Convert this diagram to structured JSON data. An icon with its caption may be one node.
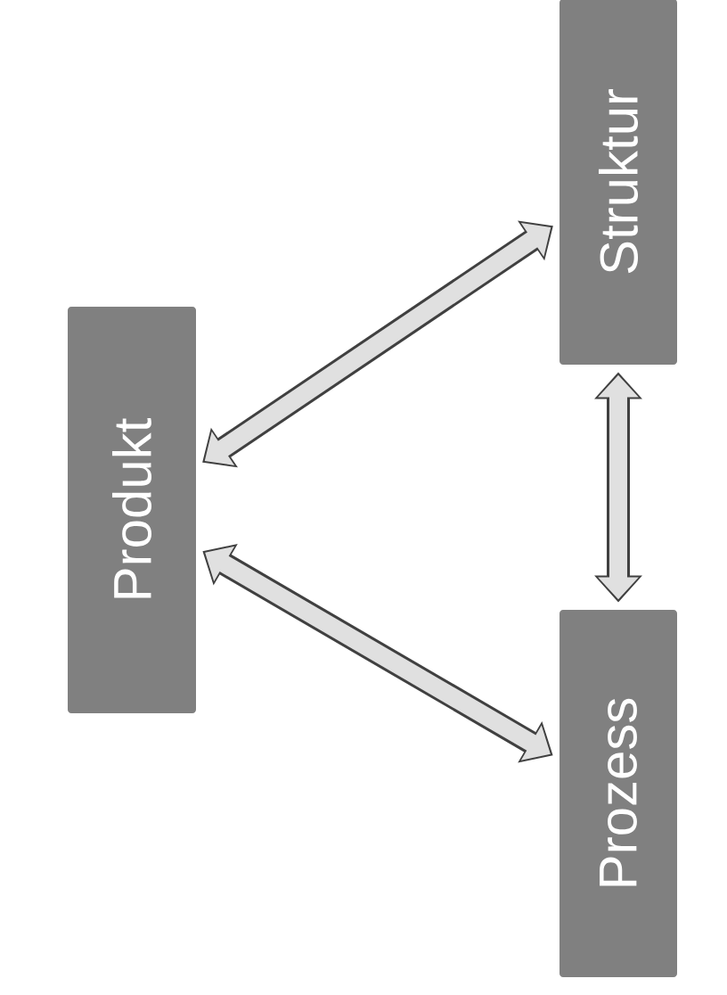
{
  "diagram": {
    "nodes": [
      {
        "text": [
          "Produkt"
        ]
      },
      {
        "text": [
          "Struktur"
        ]
      },
      {
        "text": [
          "Prozess"
        ]
      }
    ],
    "edges": [
      {
        "from": 0,
        "to": 1,
        "arrow": "both"
      },
      {
        "from": 0,
        "to": 2,
        "arrow": "both"
      },
      {
        "from": 1,
        "to": 2,
        "arrow": "both"
      }
    ]
  }
}
